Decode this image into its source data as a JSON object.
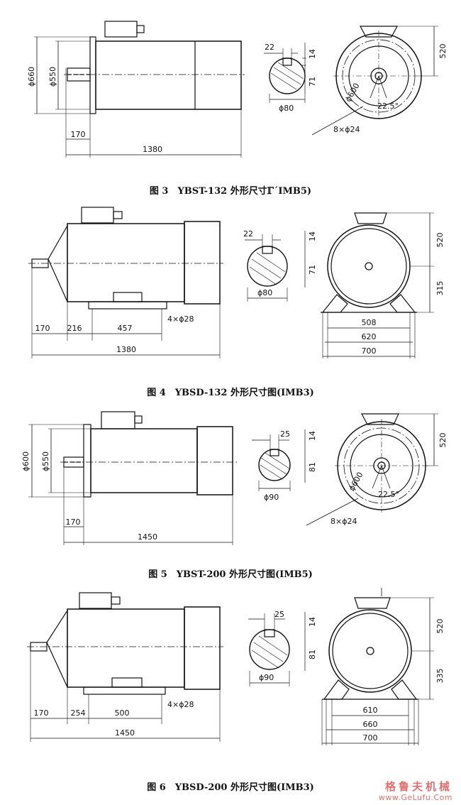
{
  "figures": [
    {
      "caption": "图 3　YBST-132 外形尺寸ℾ´IMB5)",
      "dims": {
        "flange_dia": "ϕ660",
        "spigot_dia": "ϕ550",
        "shaft_ext": "170",
        "overall_len": "1380",
        "key_width": "22",
        "key_depth": "14",
        "shaft_height": "71",
        "shaft_dia": "ϕ80",
        "end_height": "520",
        "pcd": "ϕ600",
        "angle": "22.5°",
        "holes": "8×ϕ24"
      }
    },
    {
      "caption": "图 4　YBSD-132 外形尺寸图(IMB3)",
      "dims": {
        "shaft_ext": "170",
        "foot_offset": "216",
        "foot_span": "457",
        "foot_holes": "4×ϕ28",
        "overall_len": "1380",
        "key_width": "22",
        "key_depth": "14",
        "shaft_height": "71",
        "shaft_dia": "ϕ80",
        "end_height": "520",
        "centre_height": "315",
        "base_inner": "508",
        "base_mid": "620",
        "base_outer": "700"
      }
    },
    {
      "caption": "图 5　YBST-200 外形尺寸图(IMB5)",
      "dims": {
        "flange_dia": "ϕ600",
        "spigot_dia": "ϕ550",
        "shaft_ext": "170",
        "overall_len": "1450",
        "key_width": "25",
        "key_depth": "14",
        "shaft_height": "81",
        "shaft_dia": "ϕ90",
        "end_height": "520",
        "pcd": "ϕ600",
        "angle": "22.5°",
        "holes": "8×ϕ24"
      }
    },
    {
      "caption": "图 6　YBSD-200 外形尺寸图(IMB3)",
      "dims": {
        "shaft_ext": "170",
        "foot_offset": "254",
        "foot_span": "500",
        "foot_holes": "4×ϕ28",
        "overall_len": "1450",
        "key_width": "25",
        "key_depth": "14",
        "shaft_height": "81",
        "shaft_dia": "ϕ90",
        "end_height": "520",
        "centre_height": "335",
        "base_inner": "610",
        "base_mid": "660",
        "base_outer": "700"
      }
    }
  ],
  "watermark": {
    "cn": "格鲁夫机械",
    "url": "www.GeLufu.Com"
  },
  "colors": {
    "line": "#111111",
    "paper": "#ffffff",
    "watermark": "#e07070"
  }
}
